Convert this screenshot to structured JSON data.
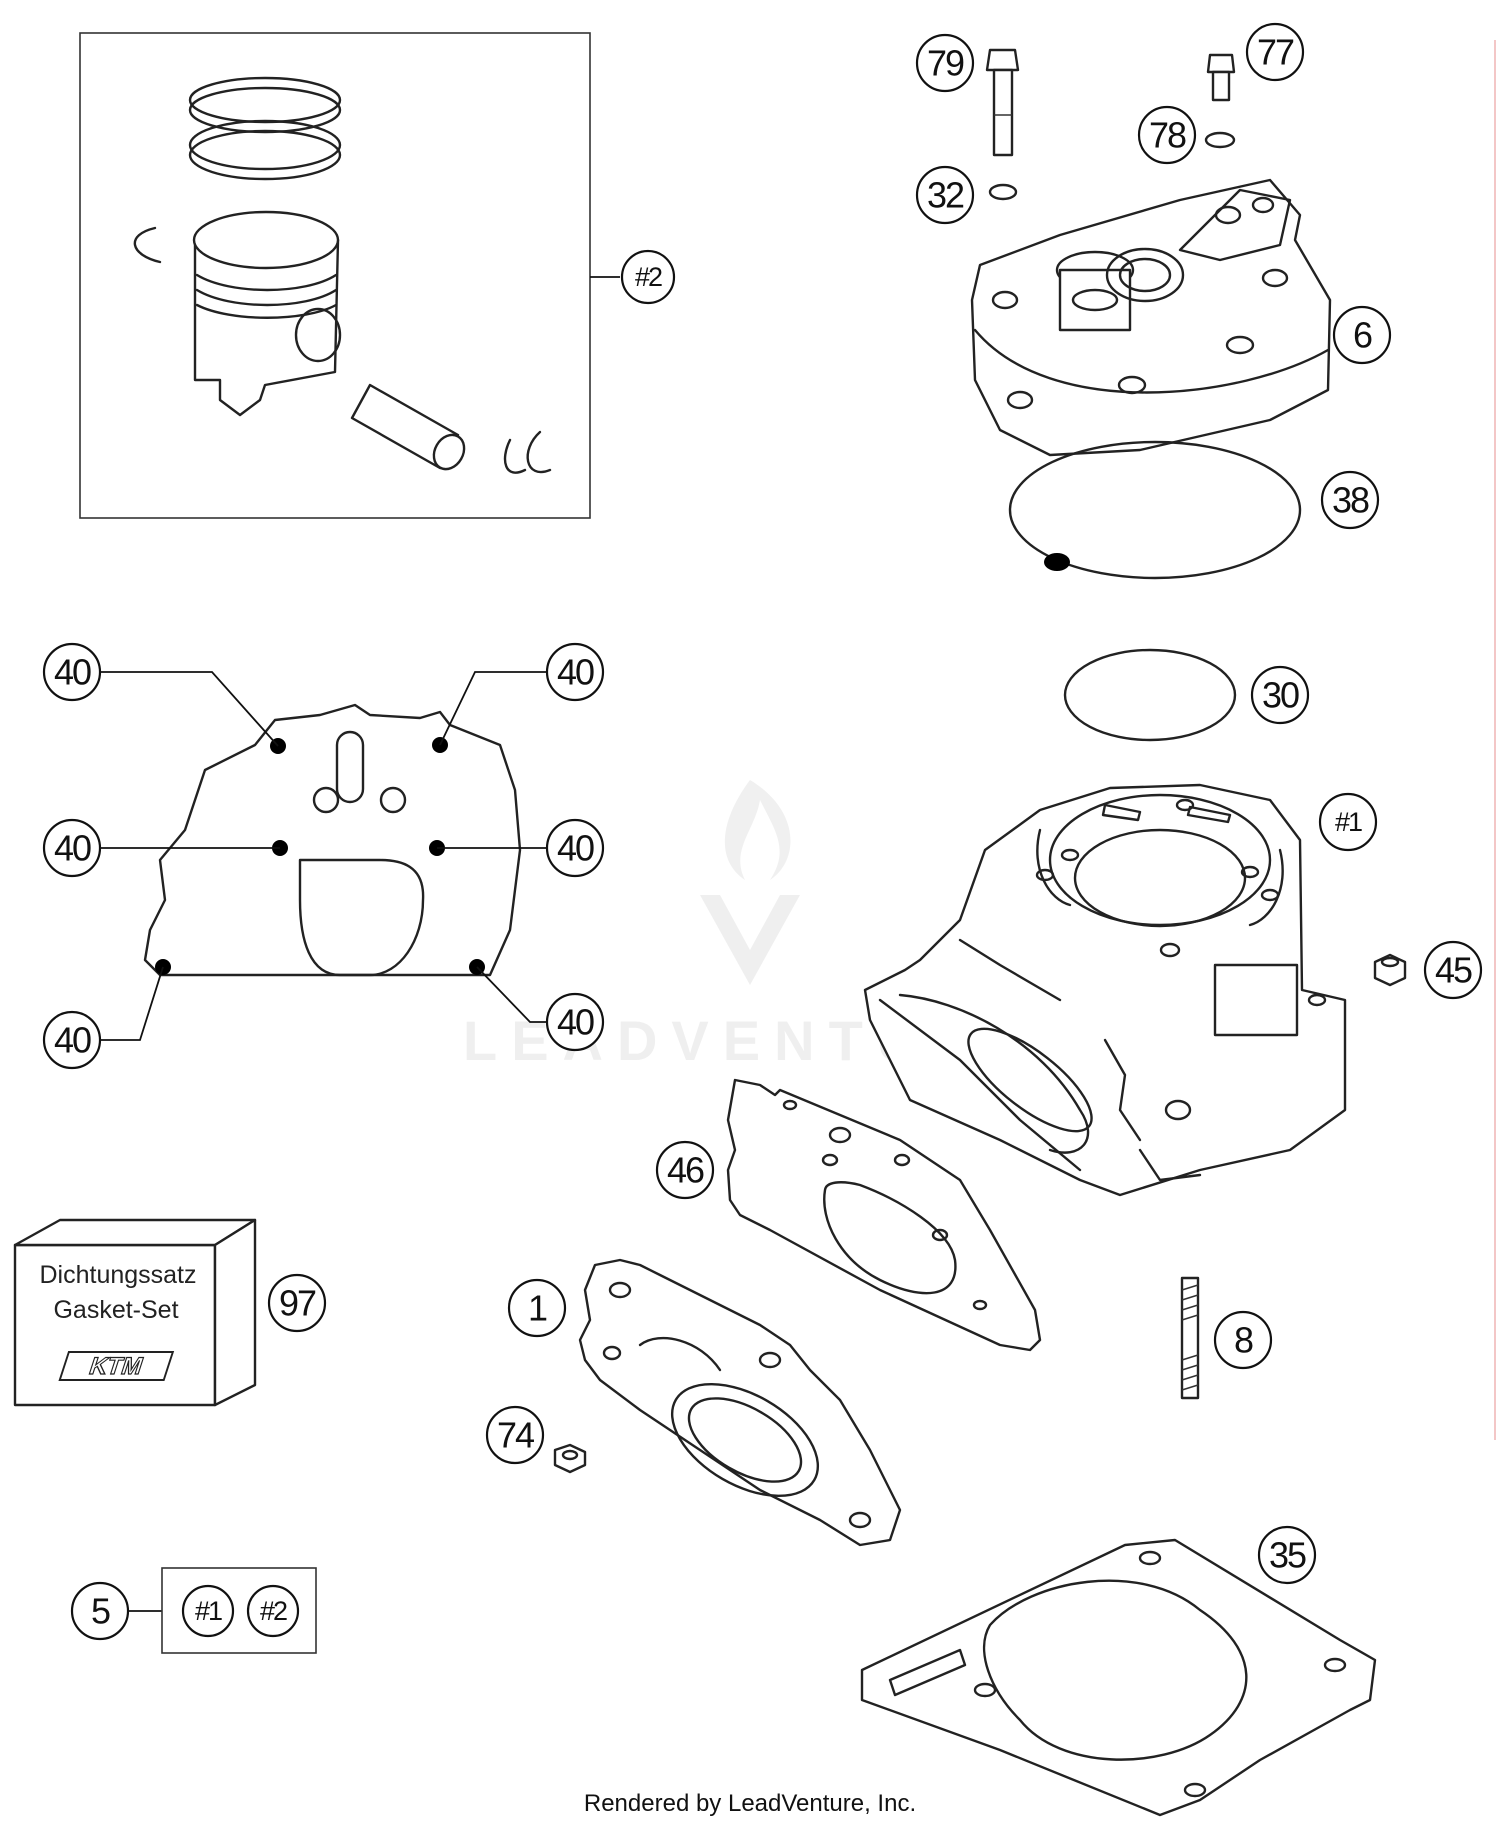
{
  "callouts": {
    "c79": "79",
    "c77": "77",
    "c78": "78",
    "c32": "32",
    "c6": "6",
    "c38": "38",
    "c30": "30",
    "c_h1": "#1",
    "c45": "45",
    "c46": "46",
    "c1": "1",
    "c8": "8",
    "c74": "74",
    "c35": "35",
    "c97": "97",
    "c5": "5",
    "c_h2_kit": "#2",
    "c40_a": "40",
    "c40_b": "40",
    "c40_c": "40",
    "c40_d": "40",
    "c40_e": "40",
    "c40_f": "40",
    "set_h1": "#1",
    "set_h2": "#2"
  },
  "gasket_box": {
    "line1": "Dichtungssatz",
    "line2": "Gasket-Set",
    "logo": "KTM"
  },
  "watermark": {
    "text": "LEADVENTURE",
    "icon": "flame-logo-icon"
  },
  "footer": "Rendered by LeadVenture, Inc."
}
